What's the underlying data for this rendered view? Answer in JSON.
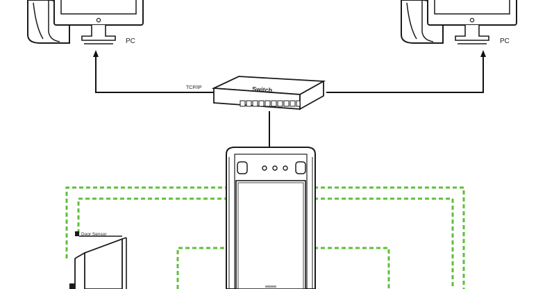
{
  "labels": {
    "pc_left": "PC",
    "pc_right": "PC",
    "network": "TCP/IP",
    "switch": "Switch",
    "door_sensor": "Door Sensor"
  },
  "colors": {
    "line": "#111111",
    "dashed_wire": "#5fbf3a",
    "device_body": "#ffffff",
    "device_outline": "#1a1a1a"
  },
  "icons": {
    "pc": "desktop-computer-icon",
    "switch": "network-switch-icon",
    "terminal": "face-recognition-terminal-icon",
    "door": "door-icon"
  }
}
